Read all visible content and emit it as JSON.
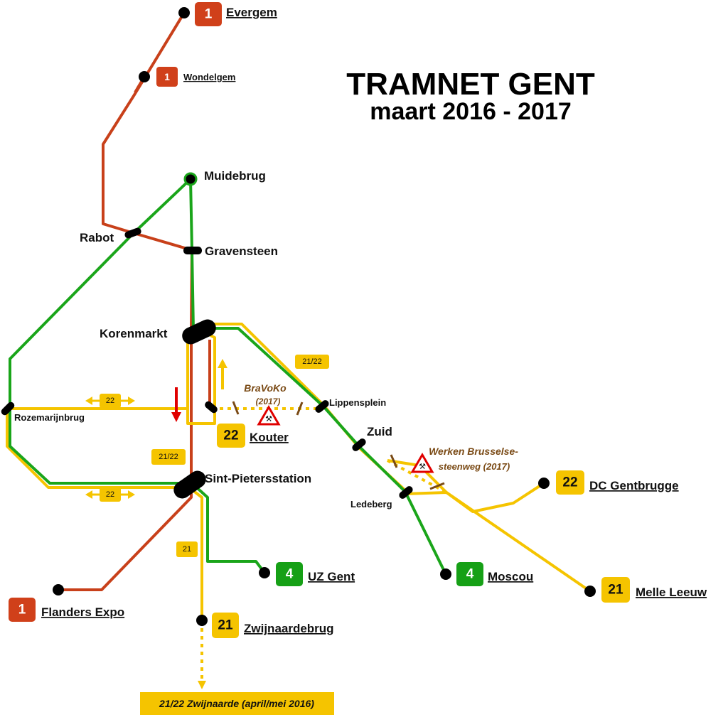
{
  "title": {
    "main": "TRAMNET GENT",
    "sub": "maart 2016 - 2017"
  },
  "colors": {
    "line1": "#c8401a",
    "line4": "#1aa51a",
    "line21_22": "#f5c400",
    "badge1": "#d0401a",
    "badge4": "#16a016",
    "badge22": "#f5c400",
    "works": "#7a4a15",
    "arrow_red": "#e00000"
  },
  "stations": {
    "muidebrug": "Muidebrug",
    "rabot": "Rabot",
    "gravensteen": "Gravensteen",
    "korenmarkt": "Korenmarkt",
    "rozemarijnbrug": "Rozemarijnbrug",
    "lippensplein": "Lippensplein",
    "zuid": "Zuid",
    "sint_pietersstation": "Sint-Pietersstation",
    "ledeberg": "Ledeberg"
  },
  "terminals": {
    "evergem": {
      "line": "1",
      "name": "Evergem"
    },
    "wondelgem": {
      "line": "1",
      "name": "Wondelgem"
    },
    "kouter": {
      "line": "22",
      "name": "Kouter"
    },
    "dc_gentbrugge": {
      "line": "22",
      "name": "DC Gentbrugge"
    },
    "uz_gent": {
      "line": "4",
      "name": "UZ Gent"
    },
    "moscou": {
      "line": "4",
      "name": "Moscou"
    },
    "melle_leeuw": {
      "line": "21",
      "name": "Melle Leeuw"
    },
    "flanders_expo": {
      "line": "1",
      "name": "Flanders Expo"
    },
    "zwijnaardebrug": {
      "line": "21",
      "name": "Zwijnaardebrug"
    }
  },
  "line_labels": {
    "l21_22_top": "21/22",
    "l22_left_top": "22",
    "l21_22_mid": "21/22",
    "l22_left_bottom": "22",
    "l21": "21"
  },
  "works": {
    "bravoko_name": "BraVoKo",
    "bravoko_year": "(2017)",
    "brussel_name": "Werken Brusselse-",
    "brussel_name2": "steenweg (2017)"
  },
  "footer_note": "21/22 Zwijnaarde (april/mei 2016)"
}
